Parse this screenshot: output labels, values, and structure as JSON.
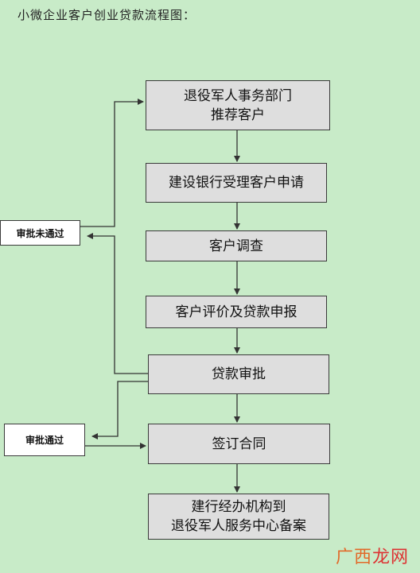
{
  "title": "小微企业客户创业贷款流程图：",
  "steps": [
    {
      "line1": "退役军人事务部门",
      "line2": "推荐客户"
    },
    {
      "line1": "建设银行受理客户申请",
      "line2": ""
    },
    {
      "line1": "客户调查",
      "line2": ""
    },
    {
      "line1": "客户评价及贷款申报",
      "line2": ""
    },
    {
      "line1": "贷款审批",
      "line2": ""
    },
    {
      "line1": "签订合同",
      "line2": ""
    },
    {
      "line1": "建行经办机构到",
      "line2": "退役军人服务中心备案"
    }
  ],
  "side": {
    "rejected": "审批未通过",
    "approved": "审批通过"
  },
  "watermark": {
    "part1": "广西",
    "part2": "龙网"
  }
}
